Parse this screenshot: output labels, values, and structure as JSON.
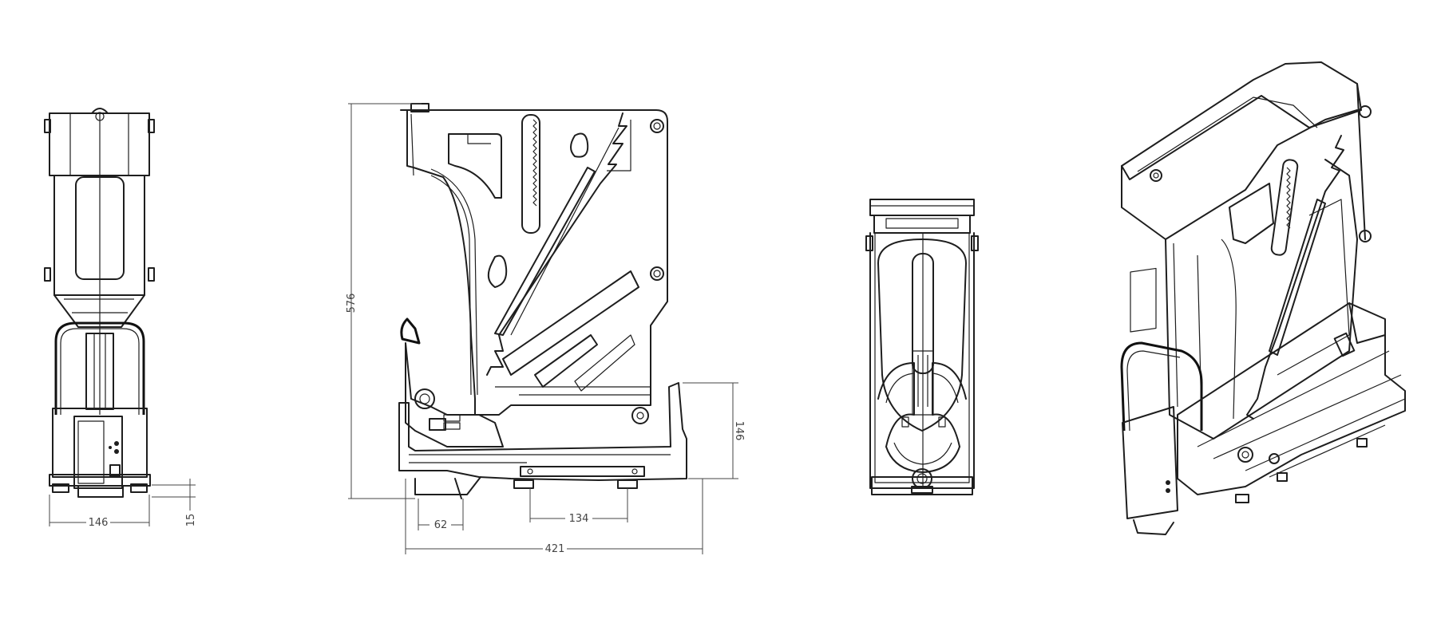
{
  "dimensions": {
    "front_width": "146",
    "front_foot_height": "15",
    "side_height": "576",
    "side_base_height": "146",
    "side_overhang": "62",
    "side_foot_spacing": "134",
    "side_total_width": "421"
  },
  "colors": {
    "line": "#1e1e1e",
    "dimension": "#444444",
    "background": "#ffffff"
  }
}
